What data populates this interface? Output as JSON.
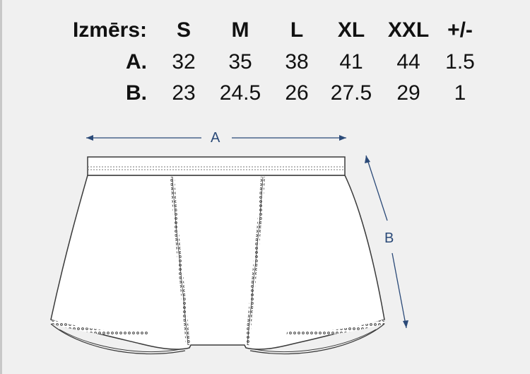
{
  "table": {
    "header_label": "Izmērs:",
    "sizes": [
      "S",
      "M",
      "L",
      "XL",
      "XXL",
      "+/-"
    ],
    "rows": [
      {
        "label": "A.",
        "values": [
          "32",
          "35",
          "38",
          "41",
          "44",
          "1.5"
        ]
      },
      {
        "label": "B.",
        "values": [
          "23",
          "24.5",
          "26",
          "27.5",
          "29",
          "1"
        ]
      }
    ]
  },
  "diagram": {
    "width_label": "A",
    "length_label": "B",
    "line_color": "#3a3a3a",
    "arrow_color": "#2b4a78"
  }
}
